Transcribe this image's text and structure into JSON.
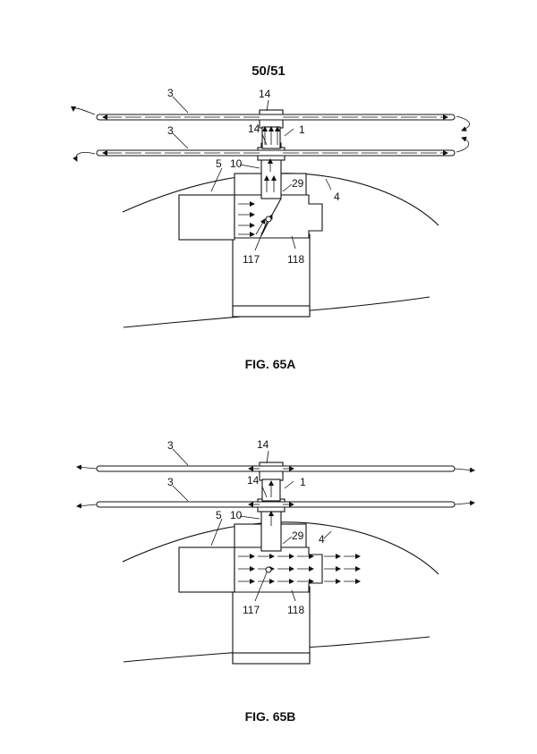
{
  "page_number": "50/51",
  "figures": [
    {
      "id": "fig-65a",
      "caption": "FIG. 65A",
      "labels": {
        "rotor_blade_upper": "3",
        "rotor_blade_lower": "3",
        "tip_jet_upper": "14",
        "tip_jet_lower": "14",
        "mast": "1",
        "duct": "10",
        "engine": "5",
        "fuselage": "4",
        "gearbox": "29",
        "valve": "117",
        "exhaust": "118"
      }
    },
    {
      "id": "fig-65b",
      "caption": "FIG. 65B",
      "labels": {
        "rotor_blade_upper": "3",
        "rotor_blade_lower": "3",
        "tip_jet_upper": "14",
        "tip_jet_lower": "14",
        "mast": "1",
        "duct": "10",
        "engine": "5",
        "fuselage": "4",
        "gearbox": "29",
        "valve": "117",
        "exhaust": "118"
      }
    }
  ]
}
